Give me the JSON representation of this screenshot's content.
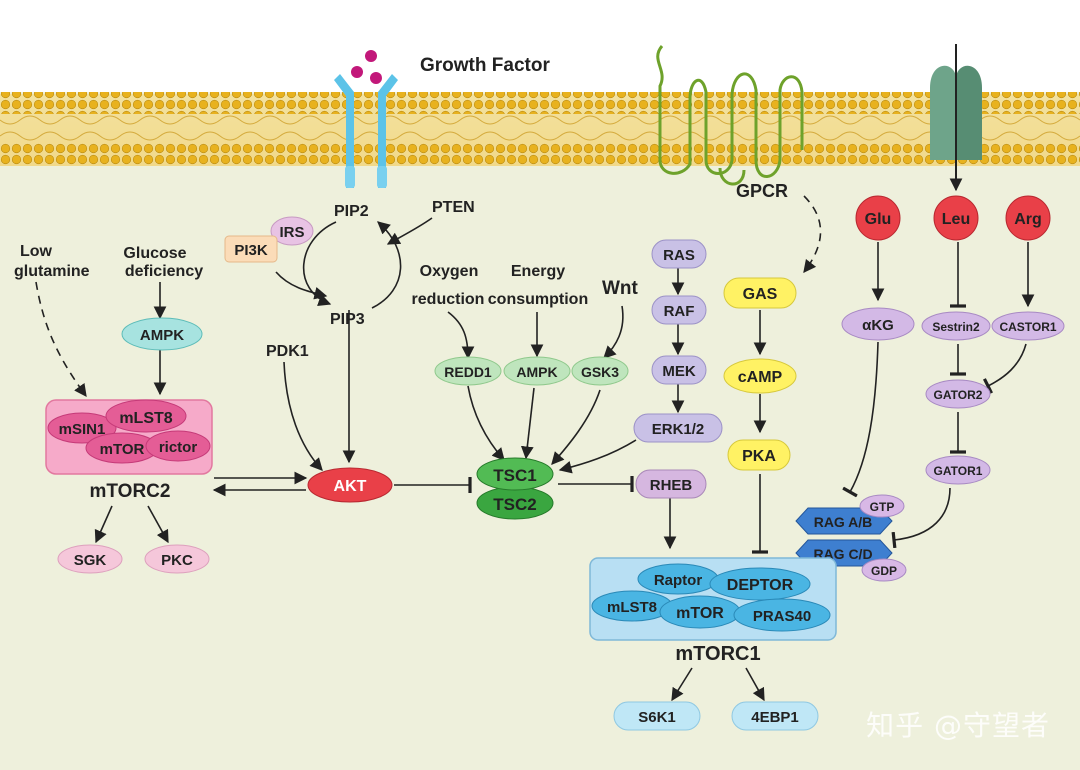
{
  "labels": {
    "growth_factor": "Growth Factor",
    "gpcr": "GPCR",
    "pip2": "PIP2",
    "pip3": "PIP3",
    "pten": "PTEN",
    "irs": "IRS",
    "pi3k": "PI3K",
    "pdk1": "PDK1",
    "low_glutamine": [
      "Low",
      "glutamine"
    ],
    "glucose_deficiency": [
      "Glucose",
      "deficiency"
    ],
    "oxygen_reduction": [
      "Oxygen",
      "reduction"
    ],
    "energy_consumption": [
      "Energy",
      "consumption"
    ],
    "wnt": "Wnt",
    "ampk_left": "AMPK",
    "ampk_mid": "AMPK",
    "redd1": "REDD1",
    "gsk3": "GSK3",
    "akt": "AKT",
    "tsc1": "TSC1",
    "tsc2": "TSC2",
    "rheb": "RHEB",
    "ras": "RAS",
    "raf": "RAF",
    "mek": "MEK",
    "erk": "ERK1/2",
    "gas": "GAS",
    "camp": "cAMP",
    "pka": "PKA",
    "glu": "Glu",
    "leu": "Leu",
    "arg": "Arg",
    "akg": "αKG",
    "sestrin2": "Sestrin2",
    "castor1": "CASTOR1",
    "gator2": "GATOR2",
    "gator1": "GATOR1",
    "rag_ab": "RAG A/B",
    "rag_cd": "RAG C/D",
    "gtp": "GTP",
    "gdp": "GDP",
    "mtorc2": "mTORC2",
    "mtorc2_msin1": "mSIN1",
    "mtorc2_mlst8": "mLST8",
    "mtorc2_mtor": "mTOR",
    "mtorc2_rictor": "rictor",
    "sgk": "SGK",
    "pkc": "PKC",
    "mtorc1": "mTORC1",
    "mtorc1_raptor": "Raptor",
    "mtorc1_deptor": "DEPTOR",
    "mtorc1_mlst8": "mLST8",
    "mtorc1_mtor": "mTOR",
    "mtorc1_pras40": "PRAS40",
    "s6k1": "S6K1",
    "4ebp1": "4EBP1"
  },
  "watermark": "知乎 @守望者",
  "colors": {
    "background": "#eef0dc",
    "membrane_head": "#e8b21e",
    "pink_node": "#f3c6dc",
    "green_node": "#b6e0b2",
    "tsc_green": "#3aa640",
    "purple_node": "#c8b7e2",
    "yellow_node": "#fff264",
    "red_node": "#e94048",
    "blue_node": "#bfe7f6",
    "mtorc2_box": "#ee74a6",
    "mtorc1_box": "#b8dff3",
    "rag_blue": "#3e7fd0"
  }
}
